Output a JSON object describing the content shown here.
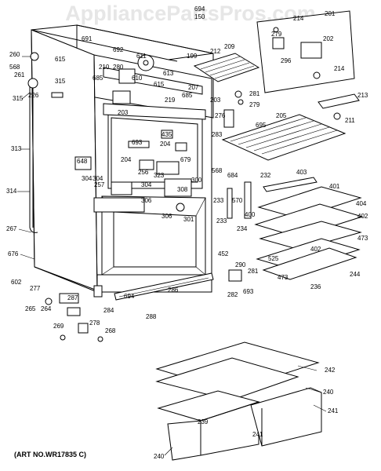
{
  "watermark": "AppliancePartsPros.com",
  "art_number": "(ART NO.WR17835 C)",
  "labels": {
    "l694": "694",
    "l150": "150",
    "l214a": "214",
    "l201": "201",
    "l279a": "279",
    "l202": "202",
    "l691": "691",
    "l260": "260",
    "l692": "692",
    "l611": "611",
    "l199": "199",
    "l212": "212",
    "l209": "209",
    "l296": "296",
    "l568a": "568",
    "l261": "261",
    "l615a": "615",
    "l315a": "315",
    "l210": "210",
    "l280": "280",
    "l214b": "214",
    "l315b": "315",
    "l226": "226",
    "l685a": "685",
    "l610": "610",
    "l613": "613",
    "l615b": "615",
    "l207": "207",
    "l685b": "685",
    "l219": "219",
    "l281": "281",
    "l213": "213",
    "l279b": "279",
    "l203a": "203",
    "l203b": "203",
    "l276": "276",
    "l695": "695",
    "l205": "205",
    "l211": "211",
    "l313": "313",
    "l435": "435",
    "l693a": "693",
    "l204a": "204",
    "l283": "283",
    "l648": "648",
    "l204b": "204",
    "l679": "679",
    "l256": "256",
    "l304a": "304",
    "l323": "323",
    "l568b": "568",
    "l684": "684",
    "l232": "232",
    "l403": "403",
    "l401": "401",
    "l304b": "304",
    "l257": "257",
    "l304c": "304",
    "l300": "300",
    "l314": "314",
    "l308": "308",
    "l233a": "233",
    "l570": "570",
    "l306a": "306",
    "l306b": "306",
    "l400": "400",
    "l404": "404",
    "l233b": "233",
    "l301": "301",
    "l402a": "402",
    "l267": "267",
    "l234": "234",
    "l473a": "473",
    "l676": "676",
    "l525": "525",
    "l402b": "402",
    "l452": "452",
    "l290": "290",
    "l281b": "281",
    "l473b": "473",
    "l244": "244",
    "l602": "602",
    "l277": "277",
    "l236": "236",
    "l694b": "694",
    "l286": "286",
    "l282": "282",
    "l693b": "693",
    "l287": "287",
    "l265": "265",
    "l264": "264",
    "l284": "284",
    "l288": "288",
    "l269": "269",
    "l278": "278",
    "l268": "268",
    "l242": "242",
    "l240a": "240",
    "l241": "241",
    "l239": "239",
    "l241b": "241",
    "l240b": "240"
  }
}
